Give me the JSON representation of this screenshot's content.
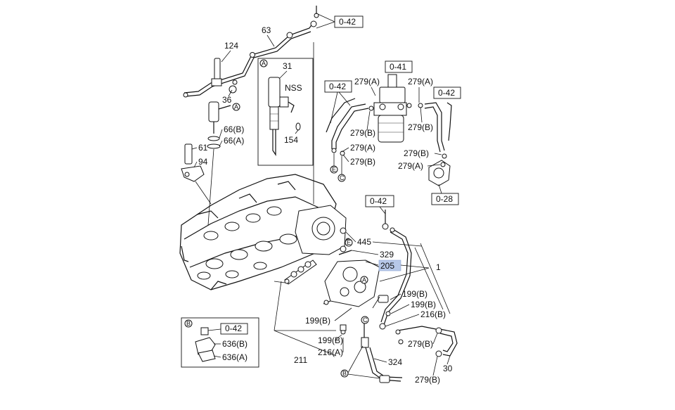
{
  "callouts": {
    "c63": "63",
    "c124": "124",
    "c36": "36",
    "c66b": "66(B)",
    "c66a": "66(A)",
    "c61": "61",
    "c94": "94",
    "c31": "31",
    "cnss": "NSS",
    "c154": "154",
    "c279a_1": "279(A)",
    "c279a_2": "279(A)",
    "c279a_3": "279(A)",
    "c279a_4": "279(A)",
    "c279b_1": "279(B)",
    "c279b_2": "279(B)",
    "c279b_3": "279(B)",
    "c279b_4": "279(B)",
    "c279b_5": "279(B)",
    "c279b_6": "279(B)",
    "c445": "445",
    "c329": "329",
    "c205": "205",
    "c1": "1",
    "c199b_1": "199(B)",
    "c199b_2": "199(B)",
    "c199b_3": "199(B)",
    "c199b_4": "199(B)",
    "c216b": "216(B)",
    "c216a": "216(A)",
    "c211": "211",
    "c324": "324",
    "c30": "30",
    "c636b": "636(B)",
    "c636a": "636(A)"
  },
  "boxes": {
    "b042_top": "0-42",
    "b041": "0-41",
    "b042_left": "0-42",
    "b042_right": "0-42",
    "b028": "0-28",
    "b042_mid": "0-42",
    "b042_inset": "0-42"
  },
  "markers": {
    "mA1": "A",
    "mA2": "A",
    "mA3": "A",
    "mB1": "B",
    "mB2": "B",
    "mC1": "C",
    "mC2": "C",
    "mE1": "E",
    "mE2": "E"
  },
  "highlight_color": "#b7c8e8"
}
